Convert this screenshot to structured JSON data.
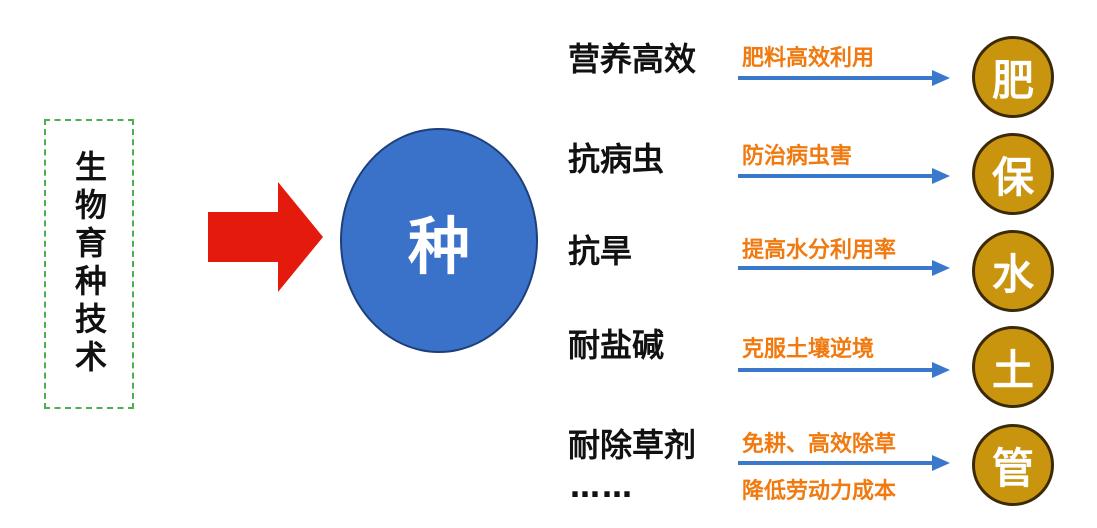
{
  "left_box": {
    "text": "生物育种技术"
  },
  "main_circle": {
    "text": "种"
  },
  "rows": [
    {
      "trait": "营养高效",
      "benefits": [
        "肥料高效利用"
      ],
      "resource": "肥"
    },
    {
      "trait": "抗病虫",
      "benefits": [
        "防治病虫害"
      ],
      "resource": "保"
    },
    {
      "trait": "抗旱",
      "benefits": [
        "提高水分利用率"
      ],
      "resource": "水"
    },
    {
      "trait": "耐盐碱",
      "benefits": [
        "克服土壤逆境"
      ],
      "resource": "土"
    },
    {
      "trait": "耐除草剂",
      "benefits": [
        "免耕、高效除草",
        "降低劳动力成本"
      ],
      "resource": "管"
    }
  ],
  "ellipsis": "……",
  "colors": {
    "arrow_red": "#e31a0c",
    "circle_blue": "#3a72c9",
    "benefit_orange": "#f07a10",
    "row_arrow_blue": "#3a78cc",
    "resource_gold": "#c9940e",
    "box_green": "#4caf50"
  }
}
